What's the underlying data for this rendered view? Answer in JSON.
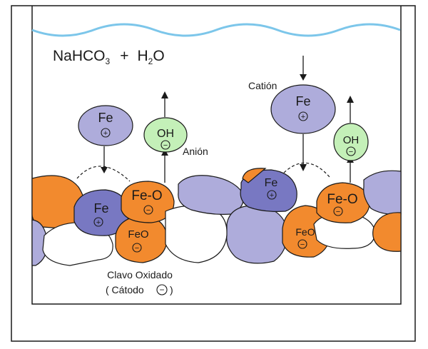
{
  "colors": {
    "water": "#7cc6ea",
    "orange": "#f28a2e",
    "purple_light": "#aeacdb",
    "purple_dark": "#7878c2",
    "green": "#c4f0b8",
    "outline": "#1a1a1a"
  },
  "solution": {
    "prefix": "NaHCO",
    "sub3": "3",
    "plus": "+",
    "h": "H",
    "sub2": "2",
    "o": "O"
  },
  "ions": {
    "fe": "Fe",
    "oh": "OH",
    "fe_o": "Fe-O",
    "feo": "FeO",
    "plus_sign": "+",
    "minus_sign": "−"
  },
  "labels": {
    "anion": "Anión",
    "cation": "Catión",
    "clavo": "Clavo Oxidado",
    "catodo_open": "( Cátodo",
    "catodo_close": ")"
  }
}
